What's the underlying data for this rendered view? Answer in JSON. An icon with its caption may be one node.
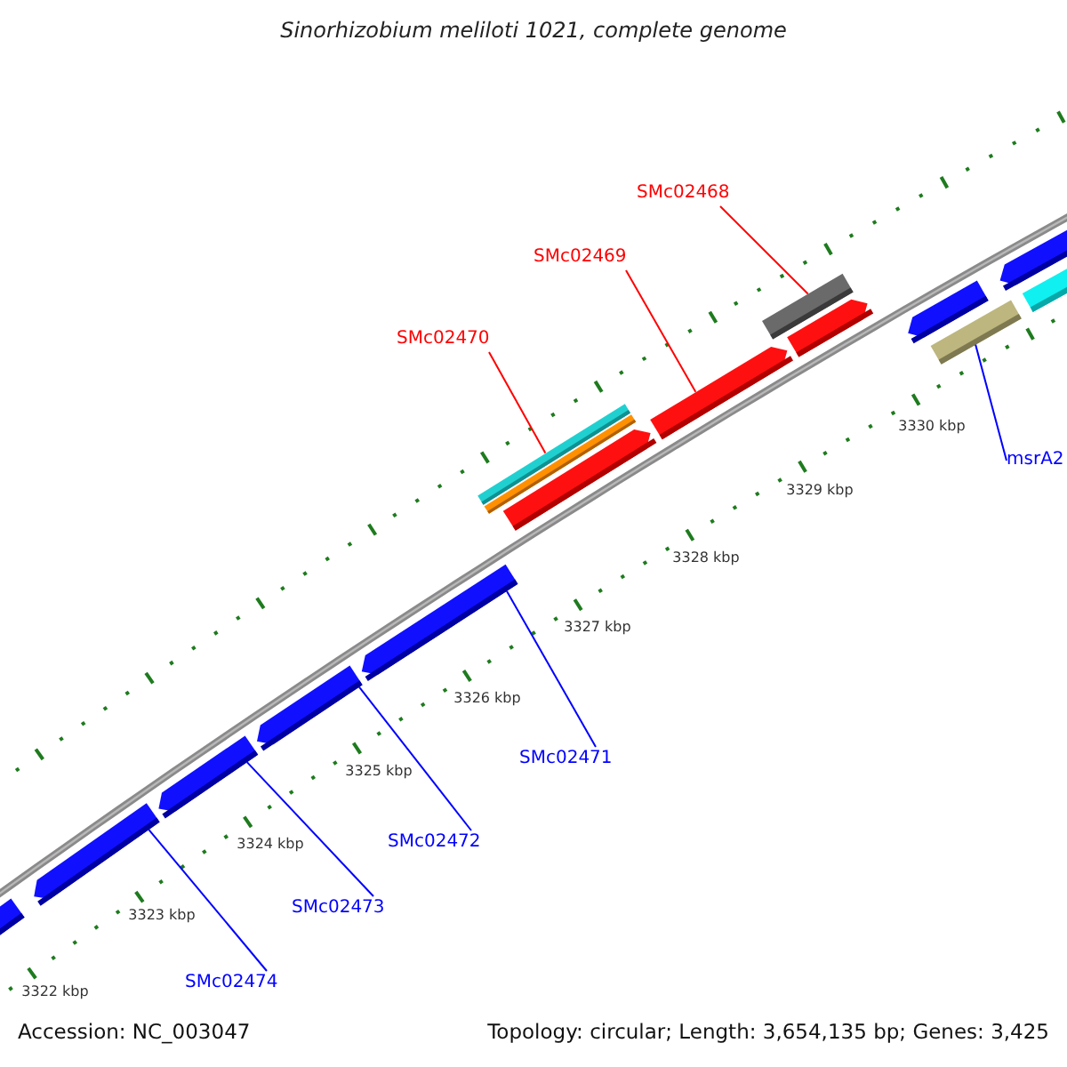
{
  "diagram": {
    "title": "Sinorhizobium meliloti 1021, complete genome",
    "nodes": [
      {
        "text": [
          "SMc02468"
        ]
      },
      {
        "text": [
          "SMc02469"
        ]
      },
      {
        "text": [
          "SMc02470"
        ]
      },
      {
        "text": [
          "msrA2"
        ]
      },
      {
        "text": [
          "SMc02471"
        ]
      },
      {
        "text": [
          "SMc02472"
        ]
      },
      {
        "text": [
          "SMc02473"
        ]
      },
      {
        "text": [
          "SMc02474"
        ]
      },
      {
        "text": [],
        "shape": "bar"
      },
      {
        "text": [],
        "shape": "bar"
      },
      {
        "text": [],
        "shape": "bar"
      },
      {
        "text": [],
        "shape": "bar"
      },
      {
        "text": [],
        "shape": "bar"
      },
      {
        "text": [],
        "shape": "bar"
      },
      {
        "text": [],
        "shape": "bar"
      },
      {
        "text": [],
        "shape": "bar"
      },
      {
        "text": [],
        "shape": "bar"
      },
      {
        "text": [],
        "shape": "bar"
      },
      {
        "text": [],
        "shape": "bar"
      },
      {
        "text": [],
        "shape": "bar"
      },
      {
        "text": [],
        "shape": "bar"
      },
      {
        "text": [],
        "shape": "bar"
      },
      {
        "text": [],
        "shape": "bar"
      }
    ],
    "edges": [
      {
        "from": 0,
        "to": 17,
        "arrow": "none",
        "color": "#ff0000"
      },
      {
        "from": 1,
        "to": 16,
        "arrow": "none",
        "color": "#ff0000"
      },
      {
        "from": 2,
        "to": 13,
        "arrow": "none",
        "color": "#ff0000"
      },
      {
        "from": 3,
        "to": 20,
        "arrow": "none"
      },
      {
        "from": 4,
        "to": 12,
        "arrow": "none"
      },
      {
        "from": 5,
        "to": 11,
        "arrow": "none"
      },
      {
        "from": 6,
        "to": 10,
        "arrow": "none"
      },
      {
        "from": 7,
        "to": 9,
        "arrow": "none"
      }
    ],
    "labels": [
      "3330 kbp",
      "3329 kbp",
      "3328 kbp",
      "3327 kbp",
      "3326 kbp",
      "3325 kbp",
      "3324 kbp",
      "3323 kbp",
      "3322 kbp",
      "Accession: NC_003047",
      "Topology: circular; Length: 3,654,135 bp; Genes: 3,425"
    ]
  }
}
